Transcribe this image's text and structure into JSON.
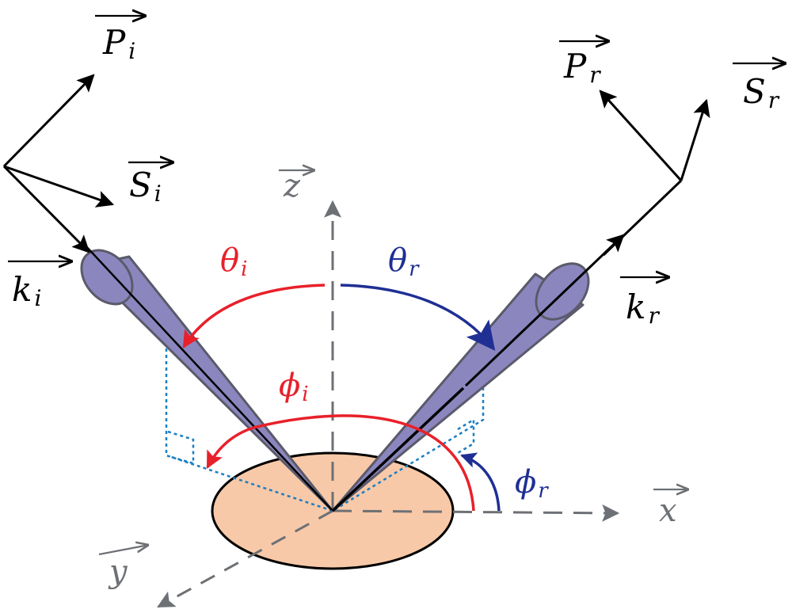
{
  "labels": {
    "p_incident": {
      "main": "P",
      "sub": "i"
    },
    "s_incident": {
      "main": "S",
      "sub": "i"
    },
    "k_incident": {
      "main": "k",
      "sub": "i"
    },
    "p_reflected": {
      "main": "P",
      "sub": "r"
    },
    "s_reflected": {
      "main": "S",
      "sub": "r"
    },
    "k_reflected": {
      "main": "k",
      "sub": "r"
    },
    "theta_incident": {
      "main": "θ",
      "sub": "i"
    },
    "theta_reflected": {
      "main": "θ",
      "sub": "r"
    },
    "phi_incident": {
      "main": "ϕ",
      "sub": "i"
    },
    "phi_reflected": {
      "main": "ϕ",
      "sub": "r"
    },
    "axis_x": {
      "main": "x"
    },
    "axis_y": {
      "main": "y"
    },
    "axis_z": {
      "main": "z"
    }
  },
  "colors": {
    "incident_accent": "#e8202a",
    "reflected_accent": "#1f2f94",
    "axis_gray": "#6d7074",
    "projection_blue": "#1a7fc4",
    "beam_fill": "#8c86bf",
    "beam_stroke": "#5a5a6a",
    "sample_fill": "#f8c9a8",
    "vector_black": "#000000"
  }
}
